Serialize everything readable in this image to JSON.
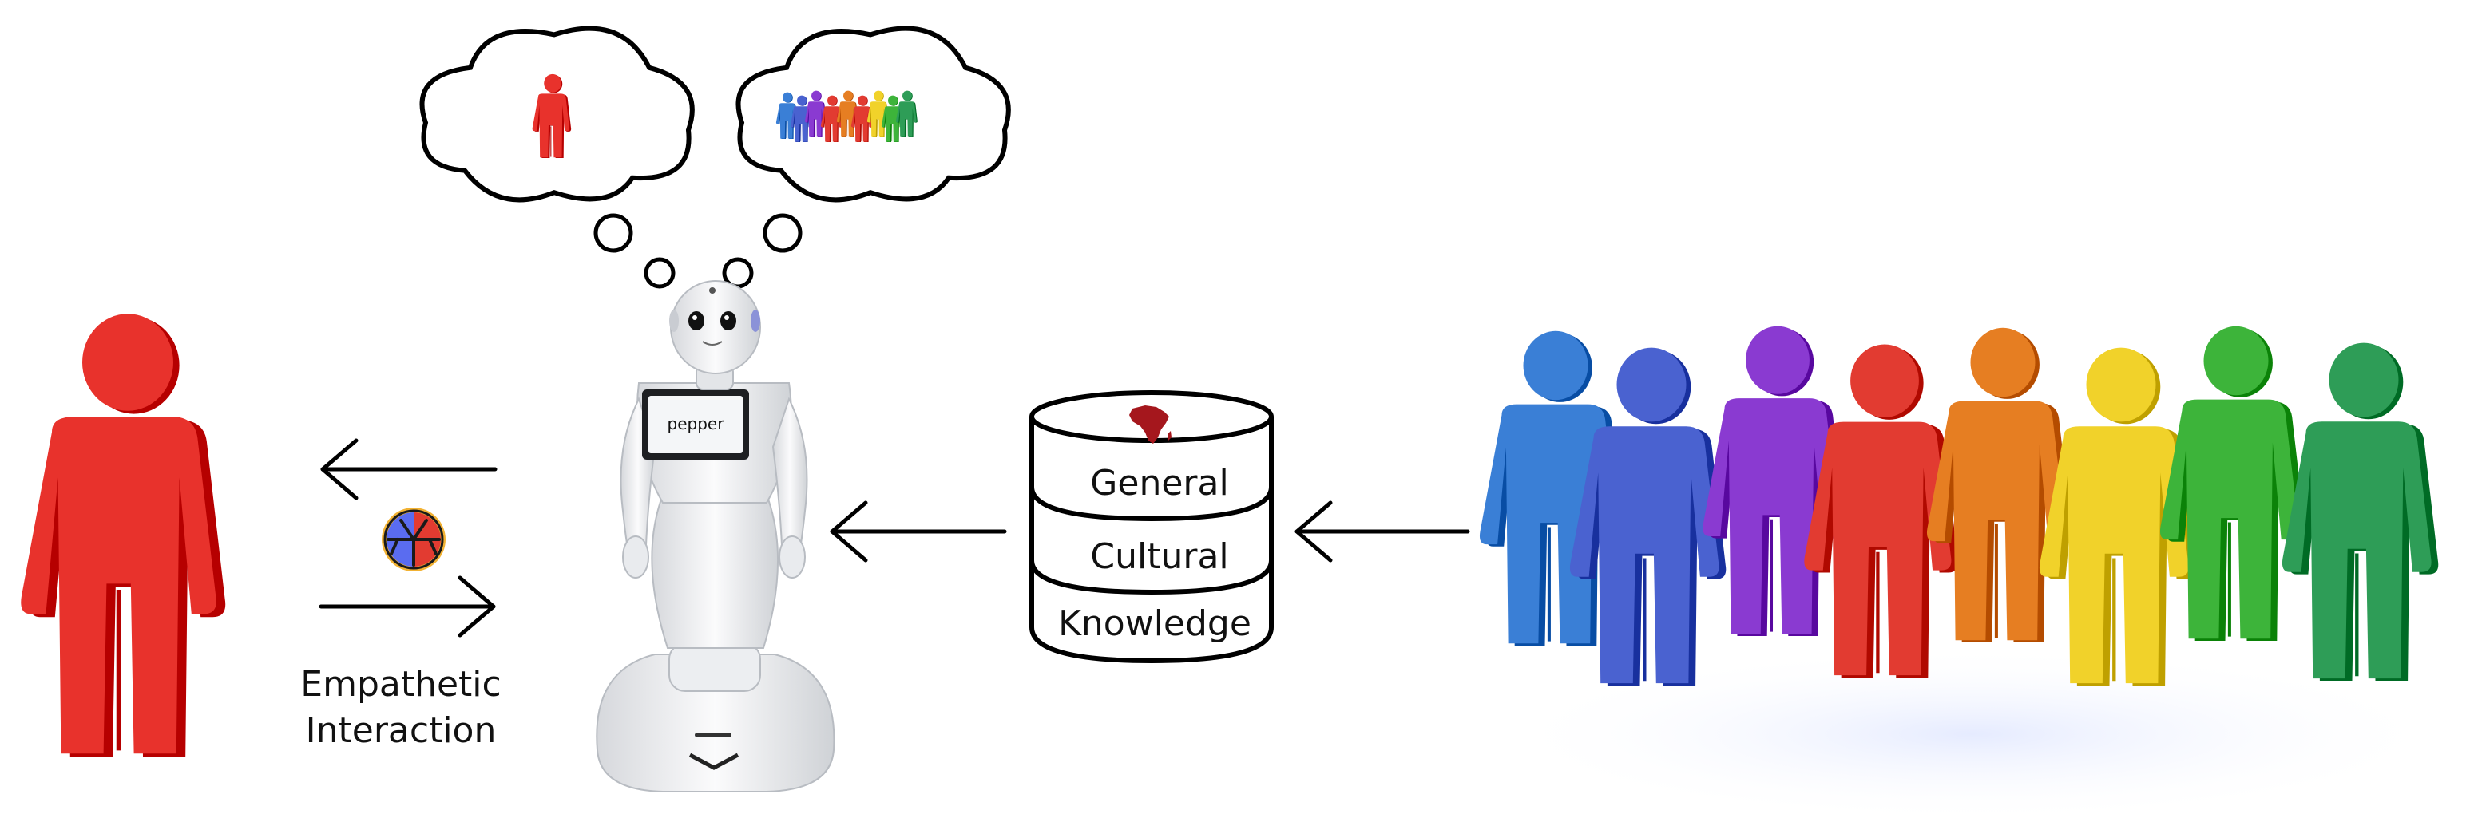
{
  "labels": {
    "interaction_line1": "Empathetic",
    "interaction_line2": "Interaction",
    "robot_screen": "pepper",
    "db_rows": [
      "General",
      "Cultural",
      "Knowledge"
    ]
  },
  "icons": {
    "person_left": "red-person-icon",
    "robot": "pepper-robot-icon",
    "thought_individual": "thought-bubble-individual-icon",
    "thought_group": "thought-bubble-group-icon",
    "empathy_symbol": "empathy-symbol-icon",
    "database": "database-icon",
    "africa": "africa-map-icon",
    "crowd": "diverse-people-group-icon"
  },
  "colors": {
    "left_person": "#e8322c",
    "crowd": [
      "#3a7fd6",
      "#4a62d0",
      "#8a3ad1",
      "#e23b31",
      "#e67e22",
      "#f1d22a",
      "#3db43a",
      "#2e9d57"
    ],
    "africa": "#a5171d",
    "empathy_blue": "#5a6cf0",
    "empathy_red": "#e23b31"
  }
}
